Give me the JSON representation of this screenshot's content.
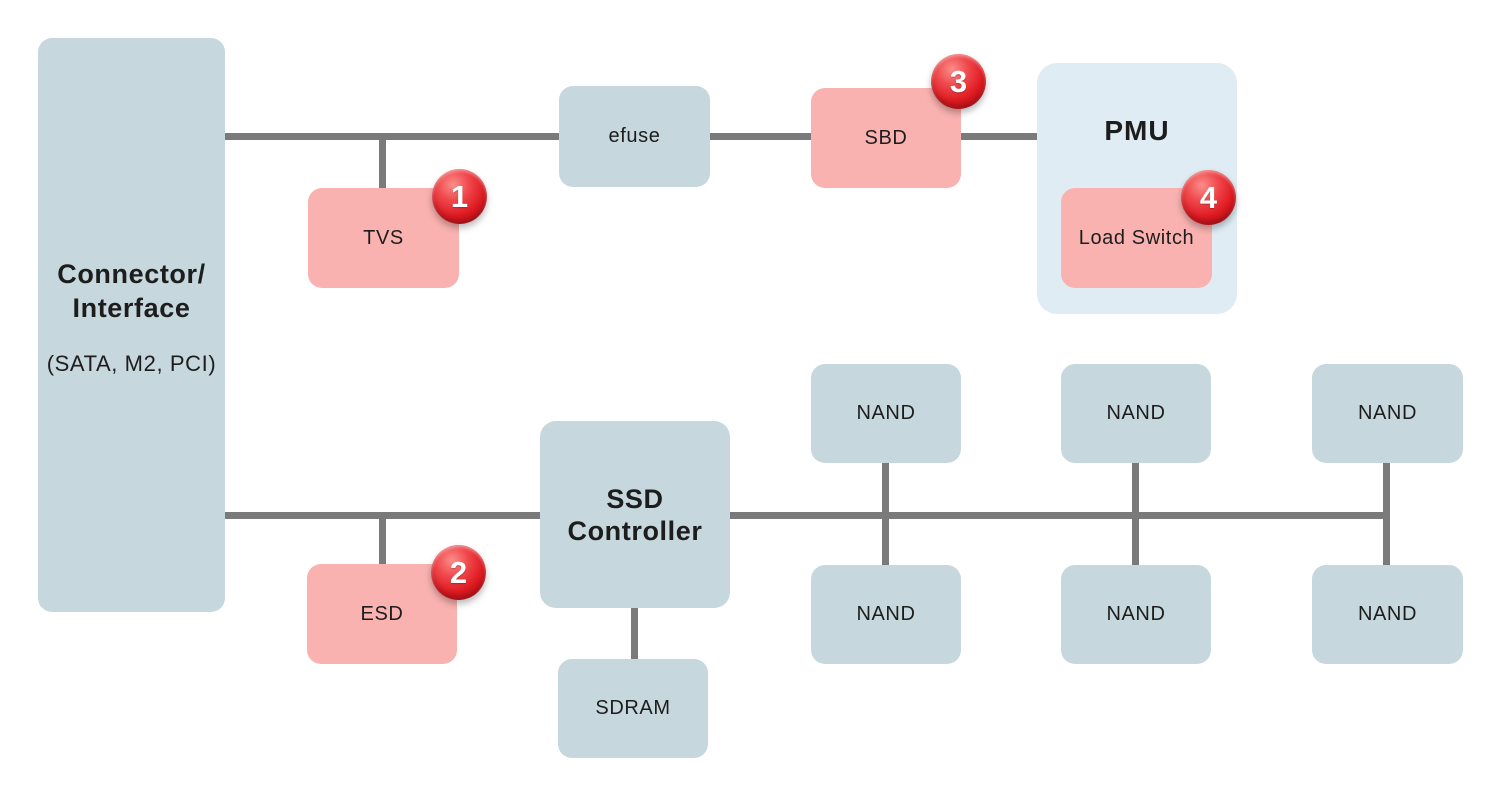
{
  "colors": {
    "box_blue": "#c6d7dd",
    "pmu_blue": "#dfecf3",
    "box_pink": "#f9b2b0",
    "line_gray": "#7a7a7a",
    "badge_red": "#dd1920",
    "text": "#1d1d1d",
    "badge_text": "#ffffff"
  },
  "nodes": {
    "connector": {
      "title_line1": "Connector/",
      "title_line2": "Interface",
      "subtitle": "(SATA, M2, PCI)"
    },
    "tvs": {
      "label": "TVS",
      "badge": "1"
    },
    "efuse": {
      "label": "efuse"
    },
    "sbd": {
      "label": "SBD",
      "badge": "3"
    },
    "pmu": {
      "label": "PMU"
    },
    "load_switch": {
      "label": "Load Switch",
      "badge": "4"
    },
    "esd": {
      "label": "ESD",
      "badge": "2"
    },
    "ssd_controller": {
      "title_line1": "SSD",
      "title_line2": "Controller"
    },
    "sdram": {
      "label": "SDRAM"
    },
    "nand": {
      "label": "NAND"
    }
  }
}
